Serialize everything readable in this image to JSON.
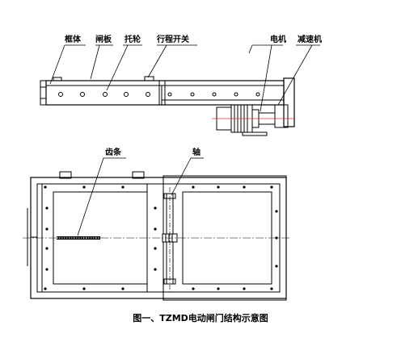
{
  "labels": {
    "frame": "框体",
    "gate_plate": "闸板",
    "roller": "托轮",
    "limit_switch": "行程开关",
    "motor": "电机",
    "reducer": "减速机",
    "rack": "齿条",
    "shaft": "轴"
  },
  "caption": "图一、TZMD电动闸门结构示意图",
  "colors": {
    "line": "#000000",
    "motor_axis": "#e03030",
    "background": "#ffffff"
  }
}
